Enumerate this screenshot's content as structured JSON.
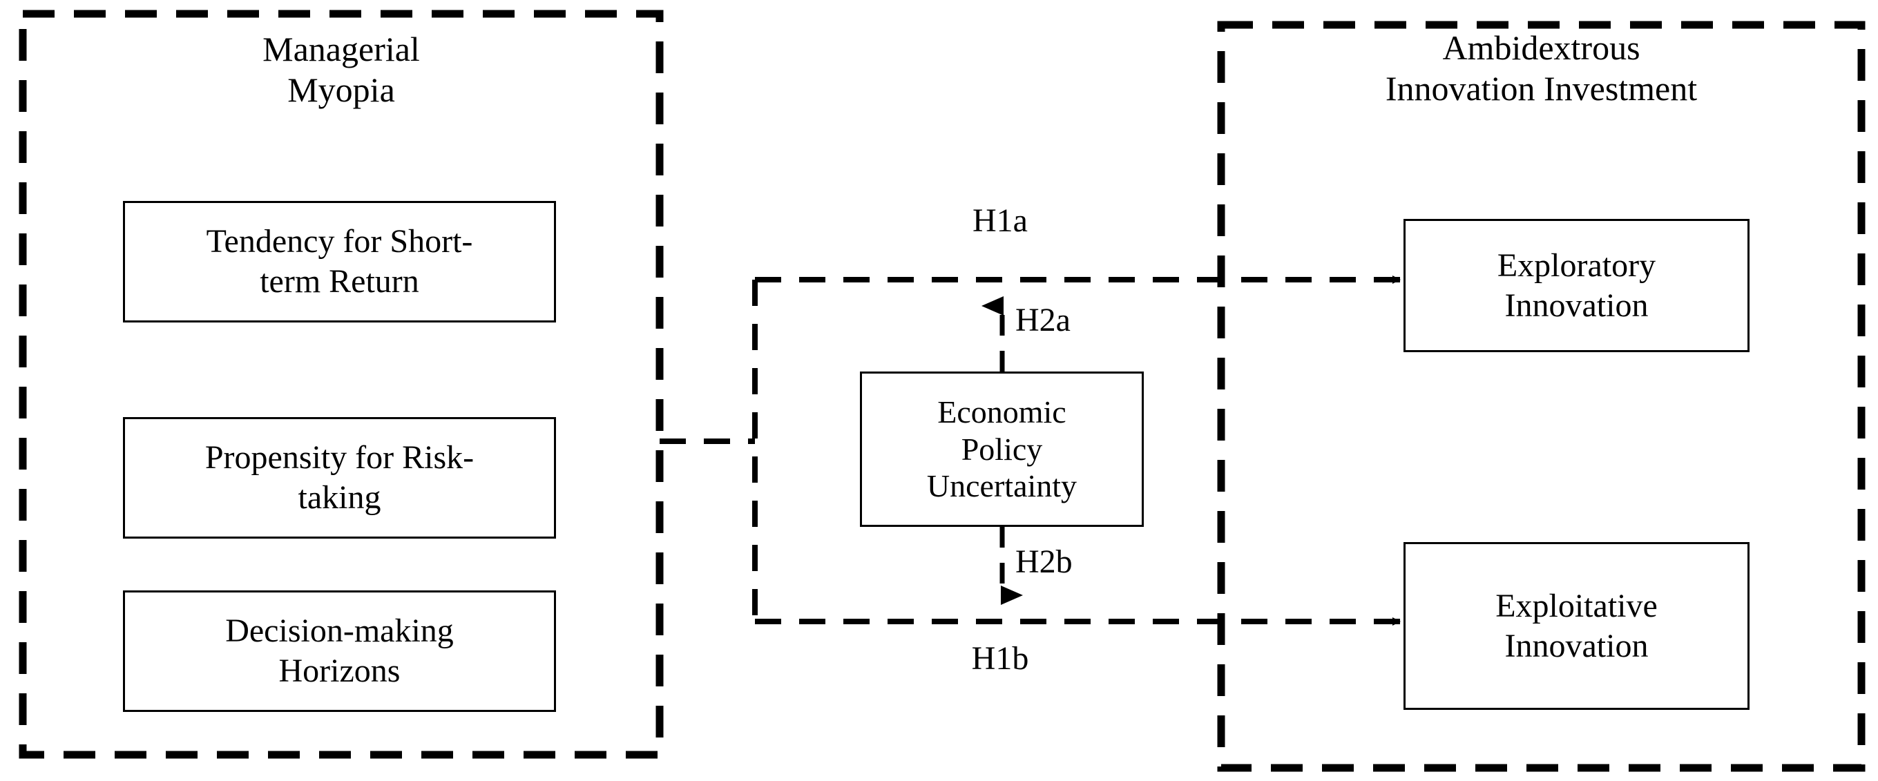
{
  "diagram": {
    "title_hidden": "",
    "colors": {
      "line": "#000000",
      "background": "#ffffff",
      "text": "#000000"
    },
    "groups": [
      {
        "id": "managerial-myopia",
        "label": "Managerial\nMyopia",
        "border_style": "dashed"
      },
      {
        "id": "ambidextrous-innovation-investment",
        "label": "Ambidextrous\nInnovation Investment",
        "border_style": "dashed"
      }
    ],
    "left_nodes": [
      {
        "id": "tendency-short-term-return",
        "label": "Tendency for Short-\nterm Return"
      },
      {
        "id": "propensity-risk-taking",
        "label": "Propensity for Risk-\ntaking"
      },
      {
        "id": "decision-making-horizons",
        "label": "Decision-making\nHorizons"
      }
    ],
    "moderator": {
      "id": "economic-policy-uncertainty",
      "label": "Economic\nPolicy\nUncertainty"
    },
    "right_nodes": [
      {
        "id": "exploratory-innovation",
        "label": "Exploratory\nInnovation"
      },
      {
        "id": "exploitative-innovation",
        "label": "Exploitative\nInnovation"
      }
    ],
    "hypotheses": [
      {
        "id": "h1a",
        "label": "H1a",
        "relation": "Managerial Myopia -> Exploratory Innovation"
      },
      {
        "id": "h2a",
        "label": "H2a",
        "relation": "Economic Policy Uncertainty moderates H1a"
      },
      {
        "id": "h2b",
        "label": "H2b",
        "relation": "Economic Policy Uncertainty moderates H1b"
      },
      {
        "id": "h1b",
        "label": "H1b",
        "relation": "Managerial Myopia -> Exploitative Innovation"
      }
    ]
  }
}
